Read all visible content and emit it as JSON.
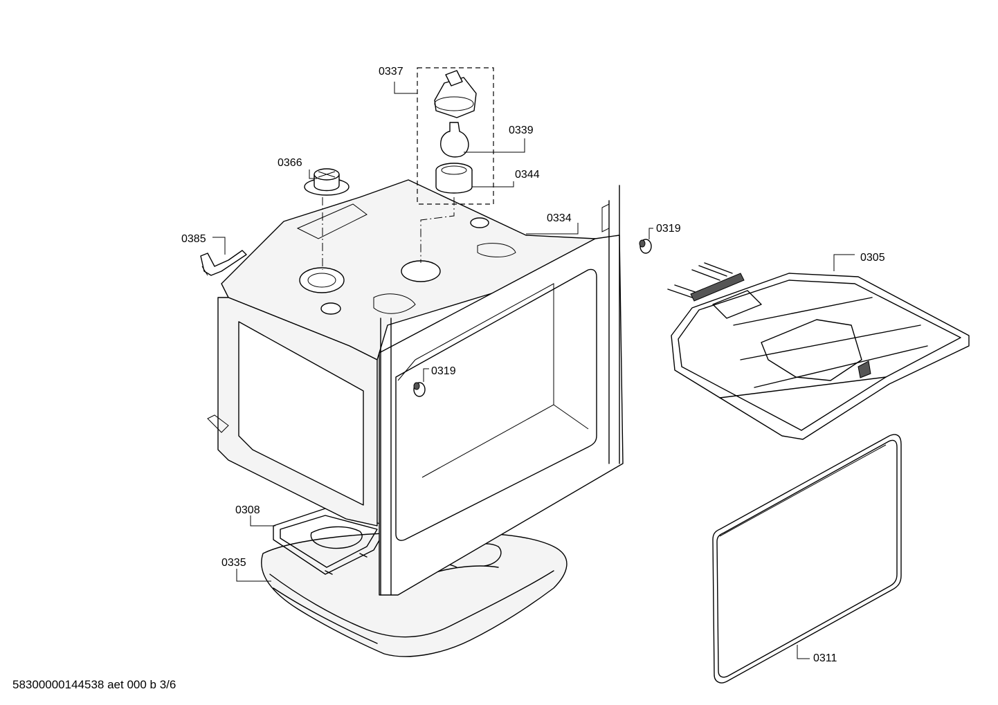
{
  "parts": [
    {
      "id": "0337",
      "label": "0337",
      "name": "lamp-socket"
    },
    {
      "id": "0339",
      "label": "0339",
      "name": "lamp-bulb"
    },
    {
      "id": "0344",
      "label": "0344",
      "name": "lamp-cover"
    },
    {
      "id": "0366",
      "label": "0366",
      "name": "fan-fitting"
    },
    {
      "id": "0385",
      "label": "0385",
      "name": "bracket"
    },
    {
      "id": "0334",
      "label": "0334",
      "name": "oven-cavity"
    },
    {
      "id": "0319a",
      "label": "0319",
      "name": "bushing-right"
    },
    {
      "id": "0319b",
      "label": "0319",
      "name": "bushing-front"
    },
    {
      "id": "0305",
      "label": "0305",
      "name": "grill-heating-element"
    },
    {
      "id": "0308",
      "label": "0308",
      "name": "bottom-heating-element"
    },
    {
      "id": "0335",
      "label": "0335",
      "name": "insulation"
    },
    {
      "id": "0311",
      "label": "0311",
      "name": "door-seal"
    }
  ],
  "footer": {
    "document_code": "58300000144538 aet 000 b 3/6"
  }
}
